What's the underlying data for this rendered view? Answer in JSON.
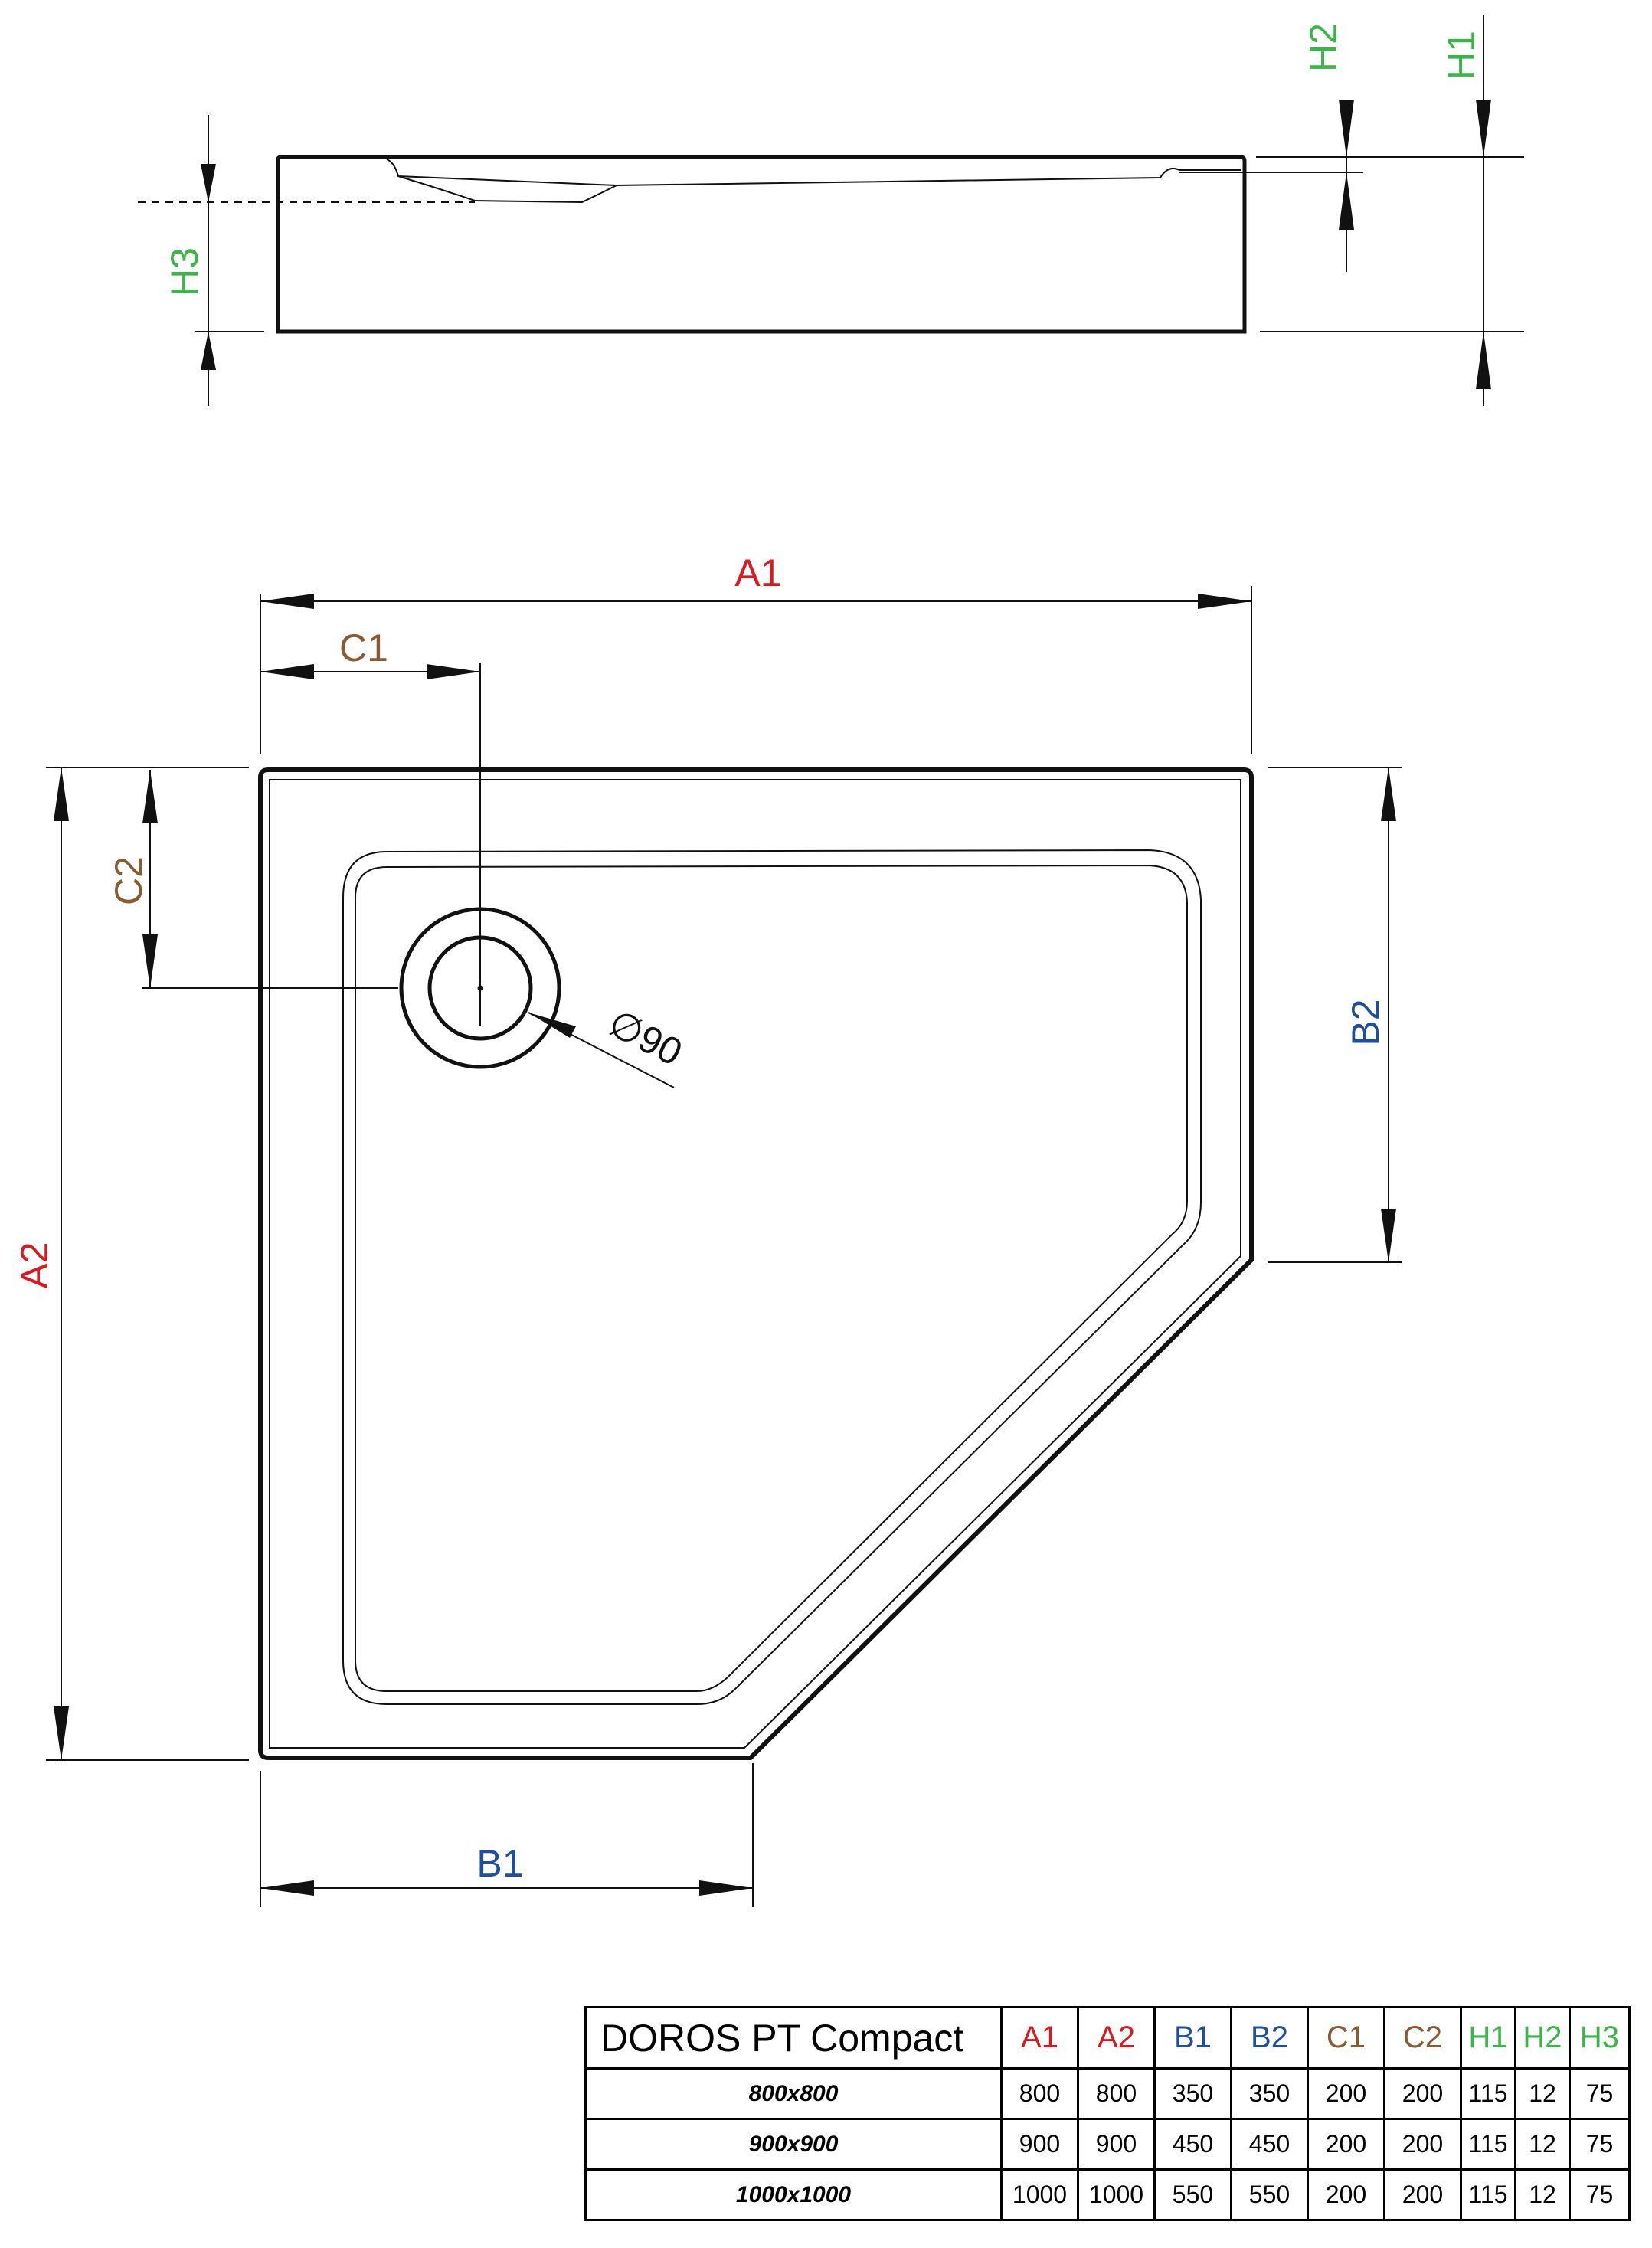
{
  "colors": {
    "line": "#111111",
    "a_labels": "#d71920",
    "b_labels": "#1d4f9c",
    "c_labels": "#8a5a33",
    "h_labels": "#3bb44a"
  },
  "labels": {
    "A1": "A1",
    "A2": "A2",
    "B1": "B1",
    "B2": "B2",
    "C1": "C1",
    "C2": "C2",
    "H1": "H1",
    "H2": "H2",
    "H3": "H3",
    "drain_diameter": "∅90"
  },
  "table": {
    "title": "DOROS PT Compact",
    "headers": [
      "A1",
      "A2",
      "B1",
      "B2",
      "C1",
      "C2",
      "H1",
      "H2",
      "H3"
    ],
    "rows": [
      {
        "size": "800x800",
        "values": [
          "800",
          "800",
          "350",
          "350",
          "200",
          "200",
          "115",
          "12",
          "75"
        ]
      },
      {
        "size": "900x900",
        "values": [
          "900",
          "900",
          "450",
          "450",
          "200",
          "200",
          "115",
          "12",
          "75"
        ]
      },
      {
        "size": "1000x1000",
        "values": [
          "1000",
          "1000",
          "550",
          "550",
          "200",
          "200",
          "115",
          "12",
          "75"
        ]
      }
    ]
  }
}
